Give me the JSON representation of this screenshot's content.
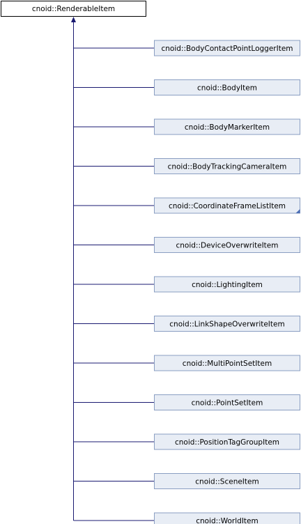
{
  "base_class": {
    "label": "cnoid::RenderableItem"
  },
  "derived_classes": [
    {
      "label": "cnoid::BodyContactPointLoggerItem",
      "truncated": false
    },
    {
      "label": "cnoid::BodyItem",
      "truncated": false
    },
    {
      "label": "cnoid::BodyMarkerItem",
      "truncated": false
    },
    {
      "label": "cnoid::BodyTrackingCameraItem",
      "truncated": false
    },
    {
      "label": "cnoid::CoordinateFrameListItem",
      "truncated": true
    },
    {
      "label": "cnoid::DeviceOverwriteItem",
      "truncated": false
    },
    {
      "label": "cnoid::LightingItem",
      "truncated": false
    },
    {
      "label": "cnoid::LinkShapeOverwriteItem",
      "truncated": false
    },
    {
      "label": "cnoid::MultiPointSetItem",
      "truncated": false
    },
    {
      "label": "cnoid::PointSetItem",
      "truncated": false
    },
    {
      "label": "cnoid::PositionTagGroupItem",
      "truncated": false
    },
    {
      "label": "cnoid::SceneItem",
      "truncated": false
    },
    {
      "label": "cnoid::WorldItem",
      "truncated": false
    }
  ],
  "colors": {
    "edge": "#191970",
    "child_fill": "#e8edf5",
    "child_border": "#8a9ec2",
    "base_border": "#000000",
    "fold_mark": "#4d6fb5"
  }
}
